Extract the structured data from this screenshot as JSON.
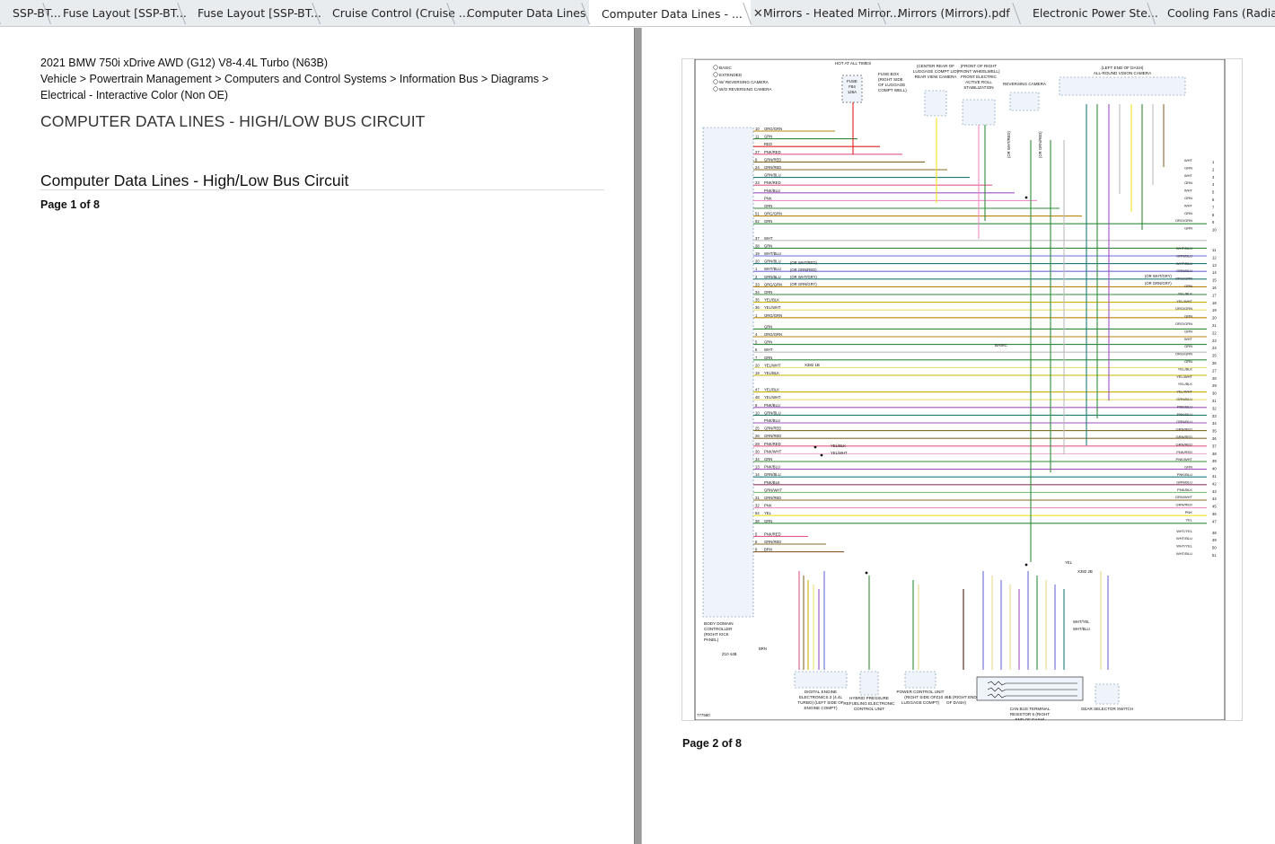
{
  "tabs": [
    {
      "label": "SSP-BT...",
      "width": 56,
      "active": false
    },
    {
      "label": "Fuse Layout [SSP-BT...",
      "width": 150,
      "active": false
    },
    {
      "label": "Fuse Layout [SSP-BT...",
      "width": 150,
      "active": false
    },
    {
      "label": "Cruise Control (Cruise ...",
      "width": 150,
      "active": false
    },
    {
      "label": "Computer Data Lines ...",
      "width": 150,
      "active": false
    },
    {
      "label": "Computer Data Lines - ...",
      "width": 180,
      "active": true
    },
    {
      "label": "Mirrors - Heated Mirror...",
      "width": 150,
      "active": false
    },
    {
      "label": "Mirrors (Mirrors).pdf",
      "width": 150,
      "active": false
    },
    {
      "label": "Electronic Power Ste...",
      "width": 150,
      "active": false
    },
    {
      "label": "Cooling Fans (Radiat",
      "width": 140,
      "active": false
    }
  ],
  "document": {
    "vehicle": "2021 BMW 750i xDrive AWD (G12) V8-4.4L Turbo (N63B)",
    "breadcrumb": "Vehicle > Powertrain Management > Computers and Control Systems > Information Bus > Diagrams > Electrical - Interactive Color (Non OE)",
    "title_caps": "COMPUTER DATA LINES - HIGH/LOW BUS CIRCUIT",
    "title": "Computer Data Lines - High/Low Bus Circuit",
    "page1": "Page 1 of 8",
    "page2": "Page 2 of 8"
  },
  "diagram": {
    "legend": [
      "BASIC",
      "EXTENDED",
      "W/ REVERSING CAMERA",
      "W/O REVERSING CAMERA"
    ],
    "top_labels": [
      "HOT AT ALL TIMES",
      "FUSE BOX (RIGHT SIDE OF LUGGAGE COMPT WELL)",
      "FUSE F84 125A",
      "(CENTER REAR OF LUGGAGE COMPT LID) REAR VIEW CAMERA",
      "(FRONT OF RIGHT FRONT WHEELWELL) FRONT ELECTRIC ACTIVE ROLL STABILIZATION",
      "REVERSING CAMERA",
      "(LEFT END OF DASH) ALL-ROUND VISION CAMERA"
    ],
    "bottom_labels": [
      "BODY DOMAIN CONTROLLER (RIGHT KICK PANEL)",
      "DIGITAL ENGINE ELECTRONICS 2 (4.4L TURBO) (LEFT SIDE OF ENGINE COMPT)",
      "HYBRID PRESSURE REFUELING ELECTRONIC CONTROL UNIT",
      "POWER CONTROL UNIT (RIGHT SIDE OF LUGGAGE COMPT)",
      "Z10 46B (RIGHT END OF DASH)",
      "CAN BUS TERMINAL RESISTOR 6 (RIGHT END OF DASH)",
      "GEAR SELECTOR SWITCH"
    ],
    "misc": [
      "BASIC",
      "X382 1B",
      "X382 2B",
      "Z10 44B",
      "777580",
      "(OR WHT/RED)",
      "(OR GRN/RED)",
      "(OR WHT/GRY)",
      "(OR GRN/GRY)",
      "(OR WHT/GRY)",
      "(OR GRN/GRY)",
      "(OR WHT/RED)",
      "(OR GRN/RED)",
      "YEL",
      "BRN",
      "YEL/BLK",
      "YEL/WHT",
      "WHT/YEL",
      "WHT/BLU"
    ],
    "wire_colors": {
      "ORG/GRN": "#b8860b",
      "GRN": "#2e8b3a",
      "RED": "#e02020",
      "PNK/RED": "#e05a8a",
      "GRN/RED": "#8a6a2a",
      "GRN/BLU": "#1f7a7a",
      "PNK/BLU": "#a050c0",
      "PNK": "#f08ec8",
      "WHT": "#bbbbbb",
      "WHT/BLU": "#6a6ad8",
      "YEL/BLK": "#c8b400",
      "YEL/WHT": "#e8e070",
      "PNK/BLK": "#8a3a6a",
      "PNK/WHT": "#f0b0d0",
      "GRN/WHT": "#80c080",
      "YEL": "#f0e020",
      "BRN": "#8b5a2b",
      "WHT/YEL": "#e8d88a",
      "BLK/BRN": "#442211"
    },
    "wires": [
      {
        "n": 1,
        "pin": "10",
        "c": "ORG/GRN"
      },
      {
        "n": 2,
        "pin": "11",
        "c": "GRN"
      },
      {
        "n": 3,
        "pin": "",
        "c": "RED"
      },
      {
        "n": 4,
        "pin": "27",
        "c": "PNK/RED"
      },
      {
        "n": 5,
        "pin": "8",
        "c": "GRN/RED"
      },
      {
        "n": 6,
        "pin": "24",
        "c": "GRN/RED"
      },
      {
        "n": 7,
        "pin": "",
        "c": "GRN/BLU"
      },
      {
        "n": 8,
        "pin": "23",
        "c": "PNK/RED"
      },
      {
        "n": 9,
        "pin": "",
        "c": "PNK/BLU"
      },
      {
        "n": 10,
        "pin": "",
        "c": "PNK"
      },
      {
        "n": 11,
        "pin": "",
        "c": "GRN"
      },
      {
        "n": 12,
        "pin": "51",
        "c": "ORG/GRN"
      },
      {
        "n": 13,
        "pin": "52",
        "c": "GRN"
      },
      {
        "n": 14,
        "pin": "37",
        "c": "WHT"
      },
      {
        "n": 15,
        "pin": "38",
        "c": "GRN"
      },
      {
        "n": 16,
        "pin": "19",
        "c": "WHT/BLU"
      },
      {
        "n": 17,
        "pin": "20",
        "c": "GRN/BLU"
      },
      {
        "n": 18,
        "pin": "1",
        "c": "WHT/BLU"
      },
      {
        "n": 19,
        "pin": "2",
        "c": "GRN/BLU"
      },
      {
        "n": 20,
        "pin": "33",
        "c": "ORG/GRN"
      },
      {
        "n": 21,
        "pin": "34",
        "c": "GRN"
      },
      {
        "n": 22,
        "pin": "35",
        "c": "YEL/BLK"
      },
      {
        "n": 23,
        "pin": "36",
        "c": "YEL/WHT"
      },
      {
        "n": 24,
        "pin": "1",
        "c": "ORG/GRN"
      },
      {
        "n": 25,
        "pin": "",
        "c": "GRN"
      },
      {
        "n": 26,
        "pin": "4",
        "c": "ORG/GRN"
      },
      {
        "n": 27,
        "pin": "5",
        "c": "GRN"
      },
      {
        "n": 28,
        "pin": "6",
        "c": "WHT"
      },
      {
        "n": 29,
        "pin": "7",
        "c": "GRN"
      },
      {
        "n": 30,
        "pin": "20",
        "c": "YEL/WHT"
      },
      {
        "n": 31,
        "pin": "19",
        "c": "YEL/BLK"
      },
      {
        "n": 32,
        "pin": "47",
        "c": "YEL/BLK"
      },
      {
        "n": 33,
        "pin": "48",
        "c": "YEL/WHT"
      },
      {
        "n": 34,
        "pin": "9",
        "c": "PNK/BLU"
      },
      {
        "n": 35,
        "pin": "10",
        "c": "GRN/BLU"
      },
      {
        "n": 36,
        "pin": "",
        "c": "PNK/BLU"
      },
      {
        "n": 37,
        "pin": "25",
        "c": "GRN/RED"
      },
      {
        "n": 38,
        "pin": "26",
        "c": "GRN/RED"
      },
      {
        "n": 39,
        "pin": "29",
        "c": "PNK/RED"
      },
      {
        "n": 40,
        "pin": "30",
        "c": "PNK/WHT"
      },
      {
        "n": 41,
        "pin": "34",
        "c": "GRN"
      },
      {
        "n": 42,
        "pin": "13",
        "c": "PNK/BLU"
      },
      {
        "n": 43,
        "pin": "14",
        "c": "GRN/BLU"
      },
      {
        "n": 44,
        "pin": "",
        "c": "PNK/BLK"
      },
      {
        "n": 45,
        "pin": "",
        "c": "GRN/WHT"
      },
      {
        "n": 46,
        "pin": "31",
        "c": "GRN/RED"
      },
      {
        "n": 47,
        "pin": "32",
        "c": "PNK"
      },
      {
        "n": 48,
        "pin": "54",
        "c": "YEL"
      },
      {
        "n": 49,
        "pin": "38",
        "c": "GRN"
      },
      {
        "n": 50,
        "pin": "5",
        "c": "PNK/RED"
      },
      {
        "n": 51,
        "pin": "6",
        "c": "GRN/RED"
      },
      {
        "n": 52,
        "pin": "8",
        "c": "BRN"
      }
    ],
    "right_terminals": [
      {
        "n": "1",
        "c": "WHT"
      },
      {
        "n": "2",
        "c": "GRN"
      },
      {
        "n": "3",
        "c": "WHT"
      },
      {
        "n": "4",
        "c": "GRN"
      },
      {
        "n": "5",
        "c": "WHT"
      },
      {
        "n": "6",
        "c": "GRN"
      },
      {
        "n": "7",
        "c": "WHT"
      },
      {
        "n": "8",
        "c": "GRN"
      },
      {
        "n": "9",
        "c": "ORG/GRN"
      },
      {
        "n": "10",
        "c": "GRN"
      },
      {
        "n": "11",
        "c": "WHT/BLU"
      },
      {
        "n": "12",
        "c": "GRN/BLU"
      },
      {
        "n": "13",
        "c": "WHT/BLU"
      },
      {
        "n": "14",
        "c": "GRN/BLU"
      },
      {
        "n": "15",
        "c": "ORG/GRN"
      },
      {
        "n": "16",
        "c": "GRN"
      },
      {
        "n": "17",
        "c": "YEL/BLK"
      },
      {
        "n": "18",
        "c": "YEL/WHT"
      },
      {
        "n": "19",
        "c": "ORG/GRN"
      },
      {
        "n": "20",
        "c": "GRN"
      },
      {
        "n": "21",
        "c": "ORG/GRN"
      },
      {
        "n": "22",
        "c": "GRN"
      },
      {
        "n": "23",
        "c": "WHT"
      },
      {
        "n": "24",
        "c": "GRN"
      },
      {
        "n": "25",
        "c": "ORG/GRN"
      },
      {
        "n": "26",
        "c": "GRN"
      },
      {
        "n": "27",
        "c": "YEL/BLK"
      },
      {
        "n": "28",
        "c": "YEL/WHT"
      },
      {
        "n": "29",
        "c": "YEL/BLK"
      },
      {
        "n": "30",
        "c": "YEL/WHT"
      },
      {
        "n": "31",
        "c": "GRN/BLU"
      },
      {
        "n": "32",
        "c": "PNK/BLU"
      },
      {
        "n": "33",
        "c": "PNK/BLU"
      },
      {
        "n": "34",
        "c": "GRN/BLU"
      },
      {
        "n": "35",
        "c": "GRN/RED"
      },
      {
        "n": "36",
        "c": "GRN/RED"
      },
      {
        "n": "37",
        "c": "GRN/RED"
      },
      {
        "n": "38",
        "c": "PNK/RED"
      },
      {
        "n": "39",
        "c": "PNK/WHT"
      },
      {
        "n": "40",
        "c": "GRN"
      },
      {
        "n": "41",
        "c": "PNK/BLU"
      },
      {
        "n": "42",
        "c": "GRN/BLU"
      },
      {
        "n": "43",
        "c": "PNK/BLK"
      },
      {
        "n": "44",
        "c": "GRN/WHT"
      },
      {
        "n": "45",
        "c": "GRN/RED"
      },
      {
        "n": "46",
        "c": "PNK"
      },
      {
        "n": "47",
        "c": "YEL"
      },
      {
        "n": "48",
        "c": "WHT/YEL"
      },
      {
        "n": "49",
        "c": "WHT/BLU"
      },
      {
        "n": "50",
        "c": "WHT/YEL"
      },
      {
        "n": "51",
        "c": "WHT/BLU"
      }
    ]
  }
}
